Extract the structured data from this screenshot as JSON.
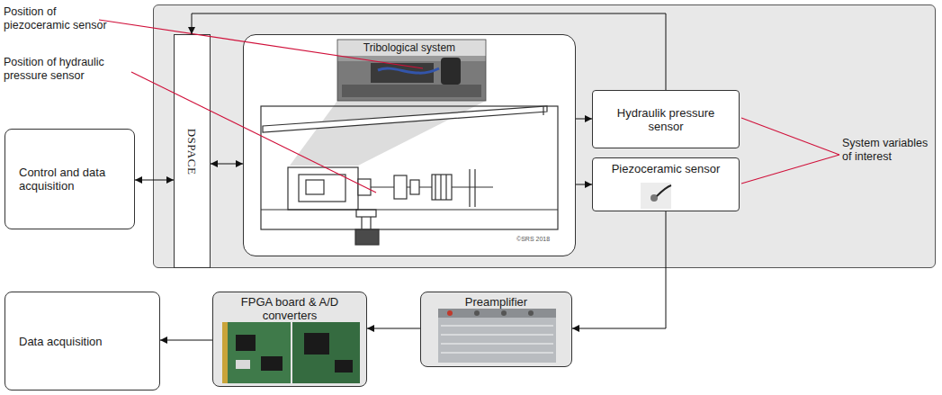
{
  "diagram": {
    "nodes": [
      {
        "text": [
          "Control and data acquisition"
        ]
      },
      {
        "text": [
          "DSPACE"
        ]
      },
      {
        "text": [
          "Tribological system"
        ]
      },
      {
        "text": [
          "Hydraulik pressure sensor"
        ]
      },
      {
        "text": [
          "Piezoceramic sensor"
        ]
      },
      {
        "text": [
          "Data acquisition"
        ]
      },
      {
        "text": [
          "FPGA board & A/D converters"
        ]
      },
      {
        "text": [
          "Preamplifier"
        ]
      }
    ],
    "edges": [
      {
        "from": 0,
        "to": 1,
        "arrow": "both"
      },
      {
        "from": 1,
        "to": 2,
        "arrow": "both"
      },
      {
        "from": 2,
        "to": 3,
        "arrow": "to"
      },
      {
        "from": 2,
        "to": 4,
        "arrow": "to"
      },
      {
        "from": 3,
        "to": 1,
        "arrow": "to"
      },
      {
        "from": 4,
        "to": 7,
        "arrow": "to"
      },
      {
        "from": 7,
        "to": 6,
        "arrow": "to"
      },
      {
        "from": 6,
        "to": 5,
        "arrow": "to"
      }
    ],
    "labels": [
      "Position of piezoceramic sensor",
      "Position of hydraulic pressure sensor",
      "System variables of interest",
      "©SRS 2018"
    ]
  }
}
